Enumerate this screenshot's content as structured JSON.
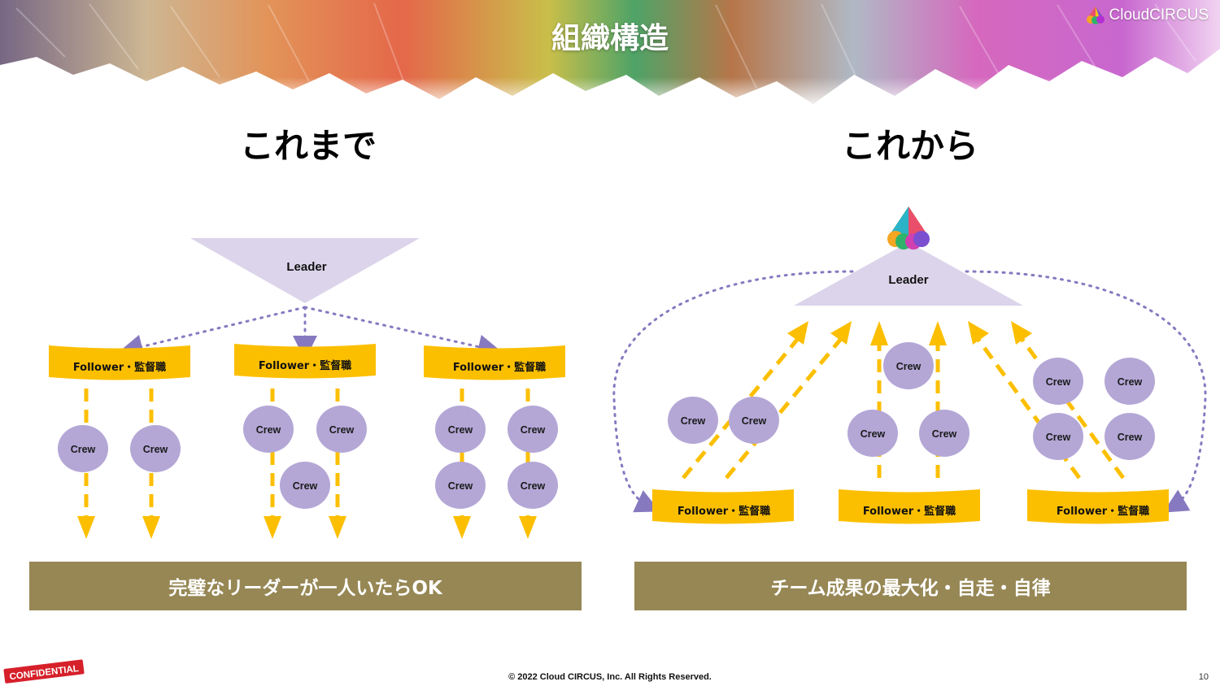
{
  "slide": {
    "title": "組織構造",
    "page_number": "10"
  },
  "brand": {
    "name": "CloudCIRCUS"
  },
  "left": {
    "heading": "これまで",
    "leader": "Leader",
    "follower_label": "Follower・監督職",
    "crew_label": "Crew",
    "caption": "完璧なリーダーが一人いたらOK"
  },
  "right": {
    "heading": "これから",
    "leader": "Leader",
    "follower_label": "Follower・監督職",
    "crew_label": "Crew",
    "caption": "チーム成果の最大化・自走・自律"
  },
  "footer": {
    "copyright": "© 2022 Cloud CIRCUS, Inc. All Rights Reserved."
  },
  "stamp": {
    "text": "CONFIDENTIAL"
  },
  "colors": {
    "leader_fill": "#dcd4ea",
    "follower_fill": "#fcbf00",
    "crew_fill": "#b4a7d6",
    "dotted": "#8779c0",
    "arrow": "#fcbf00",
    "caption_bg": "#968755"
  }
}
